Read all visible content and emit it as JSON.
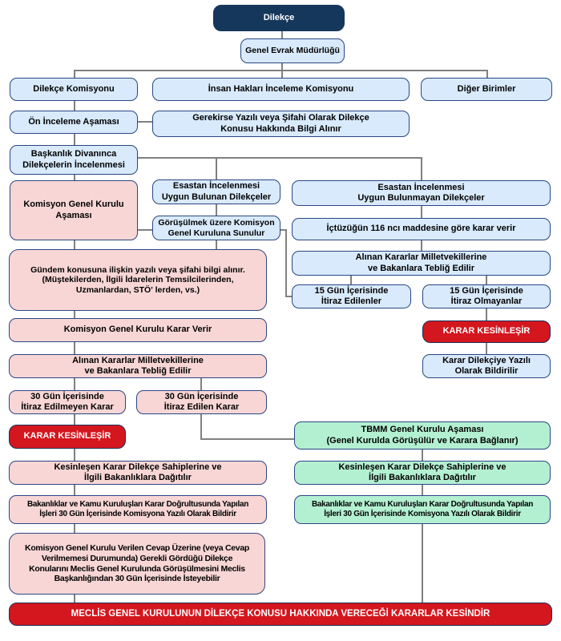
{
  "colors": {
    "navy": "#16375C",
    "light_blue": "#D8EAFB",
    "pink": "#F8D6D6",
    "green": "#B3F0D2",
    "red": "#D4161E",
    "border": "#2A4683",
    "red_border": "#1D3059",
    "line": "#808080"
  },
  "boxes": {
    "dilekce": {
      "label": "Dilekçe"
    },
    "genel_evrak": {
      "label": "Genel Evrak Müdürlüğü"
    },
    "dilekce_komisyonu": {
      "label": "Dilekçe Komisyonu"
    },
    "insan_haklari": {
      "label": "İnsan Hakları İnceleme Komisyonu"
    },
    "diger_birimler": {
      "label": "Diğer Birimler"
    },
    "on_inceleme": {
      "label": "Ön İnceleme Aşaması"
    },
    "gerekirse_bilgi": {
      "label": "Gerekirse Yazılı veya Şifahi Olarak Dilekçe\nKonusu Hakkında Bilgi Alınır"
    },
    "baskanlik_divani": {
      "label": "Başkanlık Divanınca\nDilekçelerin İncelenmesi"
    },
    "komisyon_gk_asamasi": {
      "label": "Komisyon Genel Kurulu\nAşaması"
    },
    "esastan_uygun": {
      "label": "Esastan İncelenmesi\nUygun Bulunan Dilekçeler"
    },
    "esastan_uygun_degil": {
      "label": "Esastan İncelenmesi\nUygun Bulunmayan Dilekçeler"
    },
    "gorusulmek_uzere": {
      "label": "Görüşülmek üzere Komisyon\nGenel Kuruluna Sunulur"
    },
    "ictuzuk_116": {
      "label": "İçtüzüğün 116 ncı maddesine göre karar verir"
    },
    "alinan_teblig_ust": {
      "label": "Alınan Kararlar Milletvekillerine\nve Bakanlara Tebliğ Edilir"
    },
    "on_bes_gun_edilenler": {
      "label": "15 Gün İçerisinde\nİtiraz Edilenler"
    },
    "on_bes_gun_olmayanlar": {
      "label": "15 Gün İçerisinde\nİtiraz Olmayanlar"
    },
    "karar_kesinlesir_sag": {
      "label": "KARAR KESİNLEŞİR"
    },
    "karar_dilekciye": {
      "label": "Karar Dilekçiye Yazılı\nOlarak Bildirilir"
    },
    "gundem_bilgi": {
      "label": "Gündem konusuna ilişkin yazılı veya şifahi bilgi alınır.\n(Müştekilerden, İlgili İdarelerin Temsilcilerinden,\nUzmanlardan, STÖ' lerden, vs.)"
    },
    "kgk_karar_verir": {
      "label": "Komisyon Genel Kurulu Karar Verir"
    },
    "alinan_teblig_alt": {
      "label": "Alınan Kararlar Milletvekillerine\nve Bakanlara Tebliğ Edilir"
    },
    "otuz_gun_edilmeyen": {
      "label": "30 Gün İçerisinde\nİtiraz Edilmeyen Karar"
    },
    "otuz_gun_edilen": {
      "label": "30 Gün İçerisinde\nİtiraz Edilen Karar"
    },
    "karar_kesinlesir_sol": {
      "label": "KARAR KESİNLEŞİR"
    },
    "tbmm_gk": {
      "label": "TBMM Genel Kurulu Aşaması\n(Genel Kurulda Görüşülür ve Karara Bağlanır)"
    },
    "kesinlesen_sol": {
      "label": "Kesinleşen Karar Dilekçe Sahiplerine ve\nİlgili Bakanlıklara Dağıtılır"
    },
    "kesinlesen_sag": {
      "label": "Kesinleşen Karar Dilekçe Sahiplerine ve\nİlgili Bakanlıklara Dağıtılır"
    },
    "bakanliklar_sol": {
      "label": "Bakanlıklar ve Kamu Kuruluşları Karar Doğrultusunda Yapılan\nİşleri 30 Gün İçerisinde Komisyona Yazılı Olarak Bildirir"
    },
    "bakanliklar_sag": {
      "label": "Bakanlıklar ve Kamu Kuruluşları Karar Doğrultusunda Yapılan\nİşleri 30 Gün İçerisinde Komisyona Yazılı Olarak Bildirir"
    },
    "kgk_cevap": {
      "label": "Komisyon Genel Kurulu Verilen Cevap Üzerine (veya Cevap\nVerilmemesi Durumunda) Gerekli Gördüğü Dilekçe\nKonularını Meclis Genel Kurulunda Görüşülmesini Meclis\nBaşkanlığından 30 Gün İçerisinde İsteyebilir"
    },
    "meclis_bar": {
      "label": "MECLİS GENEL KURULUNUN DİLEKÇE KONUSU HAKKINDA VERECEĞİ KARARLAR KESİNDİR"
    }
  }
}
